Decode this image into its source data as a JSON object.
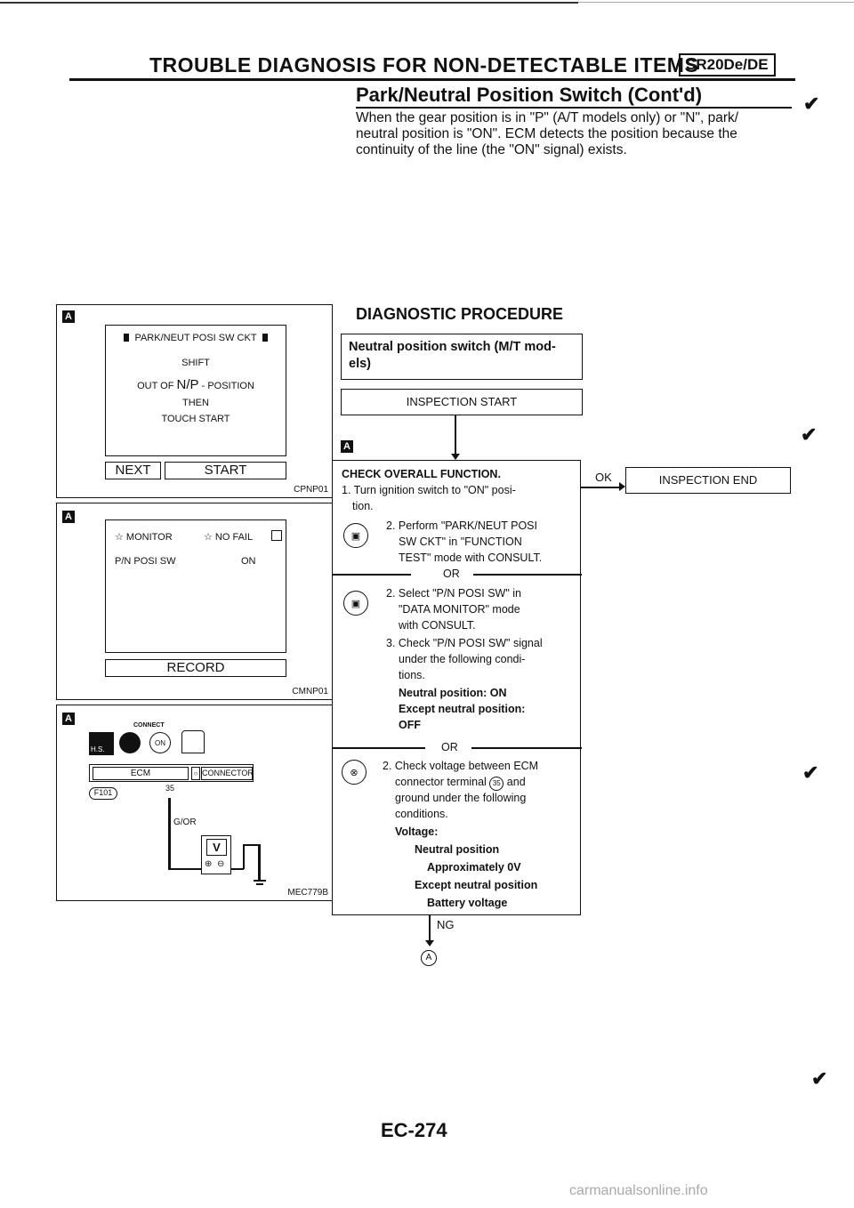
{
  "header": {
    "title": "TROUBLE DIAGNOSIS FOR NON-DETECTABLE ITEMS",
    "badge": "SR20De/DE"
  },
  "section": {
    "title": "Park/Neutral Position Switch (Cont'd)",
    "intro_1": "When the gear position is in \"P\" (A/T models only) or \"N\", park/",
    "intro_2": "neutral position is \"ON\". ECM detects the position because the",
    "intro_3": "continuity of the line (the \"ON\" signal) exists."
  },
  "panel1": {
    "marker": "A",
    "line1": "PARK/NEUT POSI SW CKT",
    "line2": "SHIFT",
    "line3a": "OUT OF ",
    "line3b": "N/P",
    "line3c": " - POSITION",
    "line4": "THEN",
    "line5": "TOUCH START",
    "btn_next": "NEXT",
    "btn_start": "START",
    "code": "CPNP01"
  },
  "panel2": {
    "marker": "A",
    "monitor": "☆ MONITOR",
    "nofail": "☆ NO FAIL",
    "item": "P/N POSI SW",
    "value": "ON",
    "btn_record": "RECORD",
    "code": "CMNP01"
  },
  "panel3": {
    "marker": "A",
    "connect": "CONNECT",
    "hs": "H.S.",
    "ecm": "ECM",
    "connector": "CONNECTOR",
    "connector_id": "F101",
    "pin": "35",
    "wire": "G/OR",
    "meter": "V",
    "code": "MEC779B"
  },
  "procedure": {
    "title": "DIAGNOSTIC PROCEDURE",
    "subtitle_1": "Neutral position switch (M/T mod-",
    "subtitle_2": "els)",
    "inspection_start": "INSPECTION START",
    "marker": "A",
    "check_title": "CHECK OVERALL FUNCTION.",
    "s1a": "1. Turn ignition switch to \"ON\" posi-",
    "s1b": "tion.",
    "s2a_1": "2. Perform \"PARK/NEUT POSI",
    "s2a_2": "SW CKT\" in \"FUNCTION",
    "s2a_3": "TEST\" mode with CONSULT.",
    "or1": "OR",
    "s2b_1": "2. Select \"P/N POSI SW\" in",
    "s2b_2": "\"DATA MONITOR\" mode",
    "s2b_3": "with CONSULT.",
    "s3_1": "3. Check \"P/N POSI SW\" signal",
    "s3_2": "under the following condi-",
    "s3_3": "tions.",
    "s3_4": "Neutral position: ON",
    "s3_5": "Except neutral position:",
    "s3_6": "OFF",
    "or2": "OR",
    "s2c_1": "2. Check voltage between ECM",
    "s2c_2a": "connector terminal ",
    "s2c_2b": "35",
    "s2c_2c": " and",
    "s2c_3": "ground under the following",
    "s2c_4": "conditions.",
    "s2c_5": "Voltage:",
    "s2c_6": "Neutral position",
    "s2c_7": "Approximately 0V",
    "s2c_8": "Except neutral position",
    "s2c_9": "Battery voltage",
    "ok": "OK",
    "inspection_end": "INSPECTION END",
    "ng": "NG",
    "goto": "A"
  },
  "page": {
    "number": "EC-274",
    "watermark": "carmanualsonline.info"
  }
}
